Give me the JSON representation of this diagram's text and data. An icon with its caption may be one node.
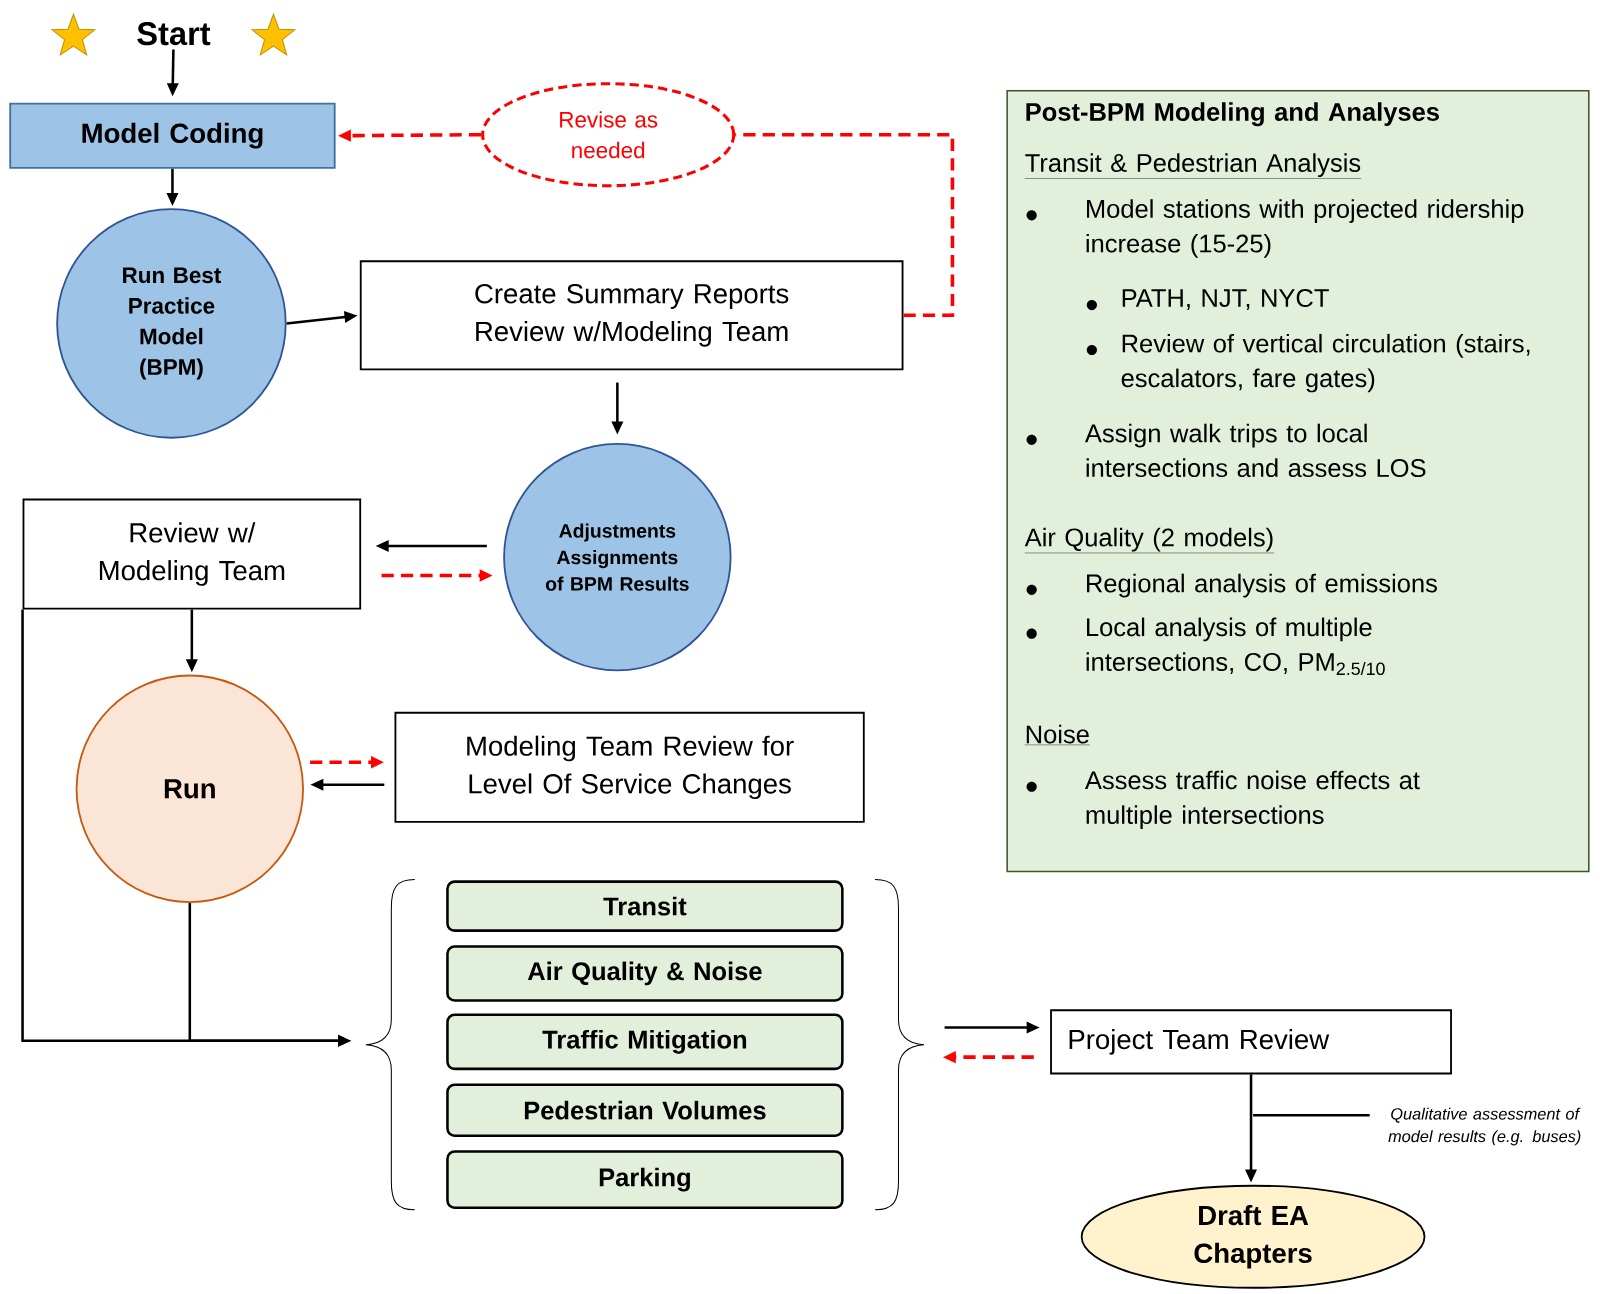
{
  "diagram": {
    "nodes": [
      {
        "text": [
          "Start"
        ]
      },
      {
        "text": [
          "Model Coding"
        ]
      },
      {
        "text": [
          "Revise as needed"
        ]
      },
      {
        "text": [
          "Run Best Practice Model (BPM)"
        ]
      },
      {
        "text": [
          "Create Summary Reports Review w/Modeling Team"
        ]
      },
      {
        "text": [
          "Adjustments Assignments of BPM Results"
        ]
      },
      {
        "text": [
          "Review w/ Modeling Team"
        ]
      },
      {
        "text": [
          "Run"
        ]
      },
      {
        "text": [
          "Modeling Team Review for Level Of Service Changes"
        ]
      },
      {
        "text": [],
        "shape": "brace"
      },
      {
        "text": [
          "Transit"
        ],
        "in": 9
      },
      {
        "text": [
          "Air Quality & Noise"
        ],
        "in": 9
      },
      {
        "text": [
          "Traffic Mitigation"
        ],
        "in": 9
      },
      {
        "text": [
          "Pedestrian Volumes"
        ],
        "in": 9
      },
      {
        "text": [
          "Parking"
        ],
        "in": 9
      },
      {
        "text": [
          "Project Team Review"
        ]
      },
      {
        "text": [
          "Draft EA Chapters"
        ]
      },
      {
        "text": [
          "Post-BPM Modeling and Analyses",
          "Transit & Pedestrian Analysis",
          "Model stations with projected ridership increase (15-25)",
          "PATH, NJT, NYCT",
          "Review of vertical circulation (stairs, escalators, fare gates)",
          "Assign walk trips to local intersections and assess LOS",
          "Air Quality (2 models)",
          "Regional analysis of emissions",
          "Local analysis of multiple intersections, CO, PM$_{2.5/10}$",
          "Noise",
          "Assess traffic noise effects at multiple intersections"
        ]
      },
      {
        "text": [
          "Qualitative assessment of model results (e.g. buses)"
        ]
      }
    ],
    "edges": [
      {
        "from": 0,
        "to": 1,
        "arrow": "to"
      },
      {
        "from": 1,
        "to": 3,
        "arrow": "to"
      },
      {
        "from": 2,
        "to": 1,
        "arrow": "to",
        "style": "dashed",
        "color": "#ff0000"
      },
      {
        "from": 4,
        "to": 2,
        "arrow": "none",
        "style": "dashed",
        "color": "#ff0000"
      },
      {
        "from": 3,
        "to": 4,
        "arrow": "to"
      },
      {
        "from": 4,
        "to": 5,
        "arrow": "to"
      },
      {
        "from": 5,
        "to": 6,
        "arrow": "to"
      },
      {
        "from": 6,
        "to": 5,
        "arrow": "to",
        "style": "dashed",
        "color": "#ff0000"
      },
      {
        "from": 6,
        "to": 7,
        "arrow": "to"
      },
      {
        "from": 7,
        "to": 8,
        "arrow": "to",
        "style": "dashed",
        "color": "#ff0000"
      },
      {
        "from": 8,
        "to": 7,
        "arrow": "to"
      },
      {
        "from": 6,
        "to": 9,
        "arrow": "to"
      },
      {
        "from": 7,
        "to": 9,
        "arrow": "to"
      },
      {
        "from": 9,
        "to": 15,
        "arrow": "to"
      },
      {
        "from": 15,
        "to": 9,
        "arrow": "to",
        "style": "dashed",
        "color": "#ff0000"
      },
      {
        "from": 15,
        "to": 16,
        "arrow": "to"
      },
      {
        "from": 18,
        "to": null,
        "arrow": "none"
      }
    ]
  }
}
